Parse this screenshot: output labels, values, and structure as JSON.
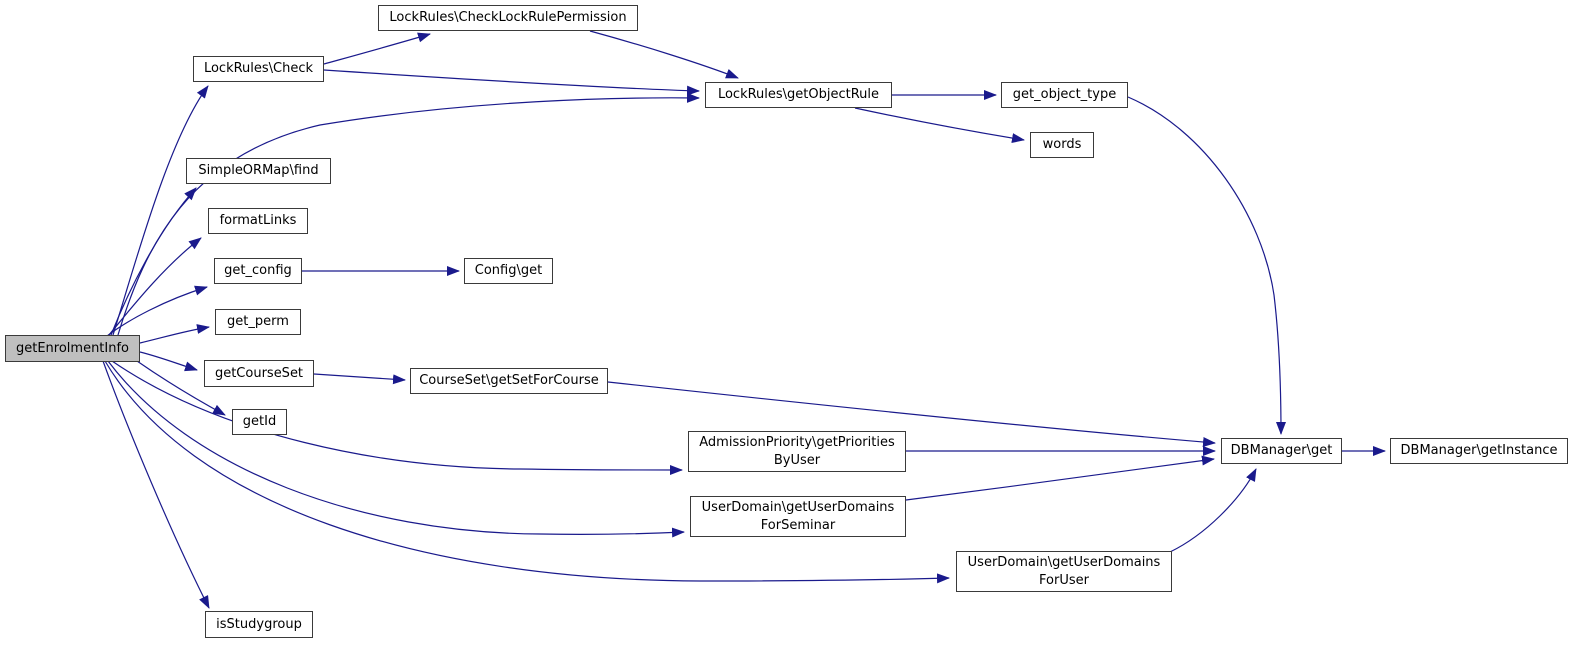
{
  "diagram": {
    "type": "call-graph",
    "edge_color": "#1a1a8c",
    "focal_node_fill": "#bfbfbf",
    "node_fill": "#ffffff",
    "nodes": [
      {
        "id": "get-enrolment-info",
        "label": "getEnrolmentInfo",
        "focal": true
      },
      {
        "id": "lockrules-check",
        "label": "LockRules\\Check"
      },
      {
        "id": "lockrules-checklockrulepermission",
        "label": "LockRules\\CheckLockRulePermission"
      },
      {
        "id": "lockrules-getobjectrule",
        "label": "LockRules\\getObjectRule"
      },
      {
        "id": "get-object-type",
        "label": "get_object_type"
      },
      {
        "id": "words",
        "label": "words"
      },
      {
        "id": "simpleormap-find",
        "label": "SimpleORMap\\find"
      },
      {
        "id": "formatlinks",
        "label": "formatLinks"
      },
      {
        "id": "get-config",
        "label": "get_config"
      },
      {
        "id": "config-get",
        "label": "Config\\get"
      },
      {
        "id": "get-perm",
        "label": "get_perm"
      },
      {
        "id": "getcourseset",
        "label": "getCourseSet"
      },
      {
        "id": "courseset-getsetforcourse",
        "label": "CourseSet\\getSetForCourse"
      },
      {
        "id": "getid",
        "label": "getId"
      },
      {
        "id": "admissionpriority-getprioritiesbyuser",
        "label": "AdmissionPriority\\getPriorities\nByUser"
      },
      {
        "id": "userdomain-getuserdomainsforseminar",
        "label": "UserDomain\\getUserDomains\nForSeminar"
      },
      {
        "id": "userdomain-getuserdomainsforuser",
        "label": "UserDomain\\getUserDomains\nForUser"
      },
      {
        "id": "isstudygroup",
        "label": "isStudygroup"
      },
      {
        "id": "dbmanager-get",
        "label": "DBManager\\get"
      },
      {
        "id": "dbmanager-getinstance",
        "label": "DBManager\\getInstance"
      }
    ],
    "edges": [
      {
        "from": "get-enrolment-info",
        "to": "lockrules-check"
      },
      {
        "from": "get-enrolment-info",
        "to": "lockrules-getobjectrule"
      },
      {
        "from": "get-enrolment-info",
        "to": "simpleormap-find"
      },
      {
        "from": "get-enrolment-info",
        "to": "formatlinks"
      },
      {
        "from": "get-enrolment-info",
        "to": "get-config"
      },
      {
        "from": "get-enrolment-info",
        "to": "get-perm"
      },
      {
        "from": "get-enrolment-info",
        "to": "getcourseset"
      },
      {
        "from": "get-enrolment-info",
        "to": "getid"
      },
      {
        "from": "get-enrolment-info",
        "to": "admissionpriority-getprioritiesbyuser"
      },
      {
        "from": "get-enrolment-info",
        "to": "userdomain-getuserdomainsforseminar"
      },
      {
        "from": "get-enrolment-info",
        "to": "userdomain-getuserdomainsforuser"
      },
      {
        "from": "get-enrolment-info",
        "to": "isstudygroup"
      },
      {
        "from": "lockrules-check",
        "to": "lockrules-checklockrulepermission"
      },
      {
        "from": "lockrules-check",
        "to": "lockrules-getobjectrule"
      },
      {
        "from": "lockrules-checklockrulepermission",
        "to": "lockrules-getobjectrule"
      },
      {
        "from": "lockrules-getobjectrule",
        "to": "get-object-type"
      },
      {
        "from": "lockrules-getobjectrule",
        "to": "words"
      },
      {
        "from": "get-object-type",
        "to": "dbmanager-get"
      },
      {
        "from": "get-config",
        "to": "config-get"
      },
      {
        "from": "getcourseset",
        "to": "courseset-getsetforcourse"
      },
      {
        "from": "courseset-getsetforcourse",
        "to": "dbmanager-get"
      },
      {
        "from": "admissionpriority-getprioritiesbyuser",
        "to": "dbmanager-get"
      },
      {
        "from": "userdomain-getuserdomainsforseminar",
        "to": "dbmanager-get"
      },
      {
        "from": "userdomain-getuserdomainsforuser",
        "to": "dbmanager-get"
      },
      {
        "from": "dbmanager-get",
        "to": "dbmanager-getinstance"
      }
    ]
  }
}
